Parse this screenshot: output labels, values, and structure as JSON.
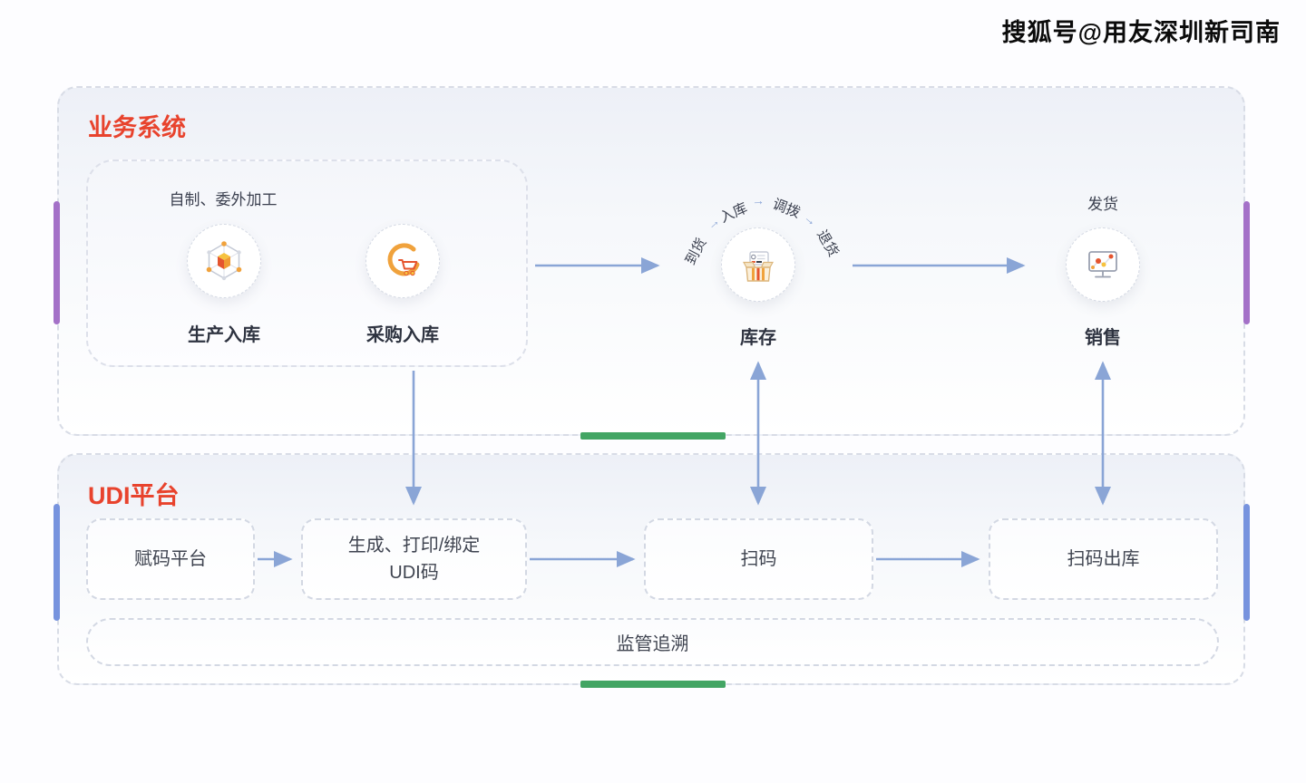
{
  "watermark": "搜狐号@用友深圳新司南",
  "business_system": {
    "title": "业务系统",
    "production_group": {
      "header": "自制、委外加工",
      "production_label": "生产入库",
      "procurement_label": "采购入库"
    },
    "inventory": {
      "label": "库存",
      "flow_steps": [
        "到货",
        "入库",
        "调拨",
        "退货"
      ],
      "flow_arrow": "→"
    },
    "sales": {
      "label": "销售",
      "shipping_label": "发货"
    }
  },
  "udi_platform": {
    "title": "UDI平台",
    "coding_platform": "赋码平台",
    "generate_line1": "生成、打印/绑定",
    "generate_line2": "UDI码",
    "scan": "扫码",
    "scan_outbound": "扫码出库",
    "trace": "监管追溯"
  },
  "colors": {
    "title_red": "#e8432d",
    "arrow_blue": "#8aa5d6",
    "accent_purple": "#a471c8",
    "accent_blue": "#7793de",
    "accent_green": "#43a564"
  }
}
